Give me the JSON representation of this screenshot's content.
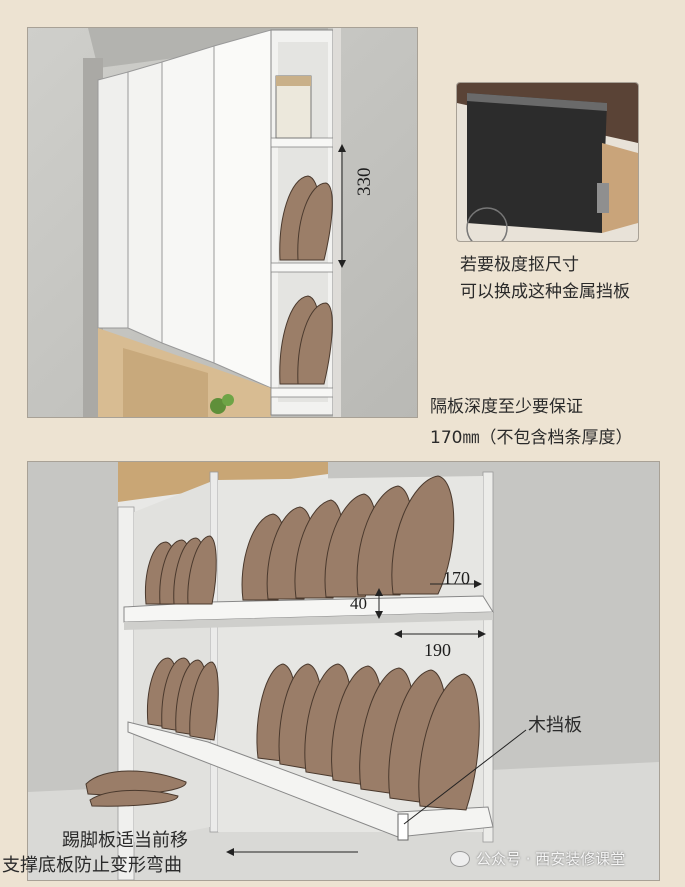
{
  "top_cabinet": {
    "dimension_height": "330"
  },
  "inset_photo": {
    "caption_line1": "若要极度抠尺寸",
    "caption_line2": "可以换成这种金属挡板"
  },
  "shelf_note": {
    "line1": "隔板深度至少要保证",
    "line2": "170㎜（不包含档条厚度）"
  },
  "bottom_cabinet": {
    "dim_170": "170",
    "dim_40": "40",
    "dim_190": "190",
    "label_wood_board": "木挡板",
    "label_kick_line1": "踢脚板适当前移",
    "label_kick_line2": "支撑底板防止变形弯曲"
  },
  "watermark": {
    "text": "公众号 · 西安装修课堂"
  },
  "colors": {
    "background": "#ede3d2",
    "wall": "#c6c6c2",
    "cabinet_white": "#f4f4f2",
    "wood": "#d2b48c",
    "shoe": "#9a7d68"
  }
}
